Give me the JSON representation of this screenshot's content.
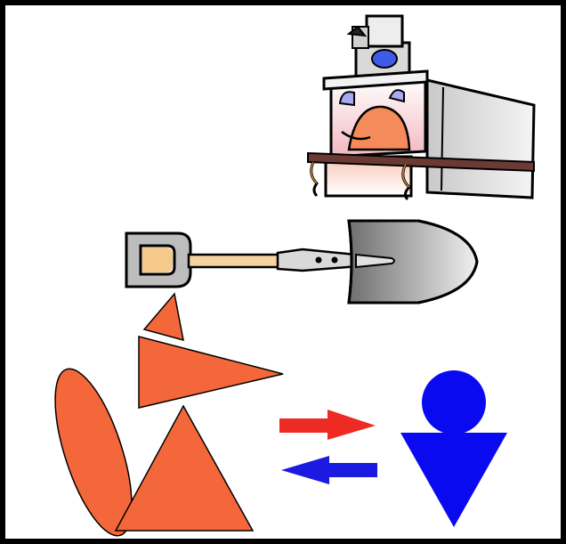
{
  "colors": {
    "frame": "#000000",
    "background": "#ffffff",
    "orange_shapes": "#F4673A",
    "red_arrow": "#EE2A24",
    "blue_arrow": "#1A1AE0",
    "person_blue": "#0A0AF0",
    "shovel_blade_dark": "#7A7A7A",
    "shovel_blade_light": "#E6E6E6",
    "shovel_shaft": "#F5D3A0",
    "shovel_grip": "#B9B9B9",
    "chimney_gray": "#BDBDBD",
    "building_pink": "#F6D6DA",
    "building_trim": "#6B3A34",
    "orange_face": "#F58A5A",
    "cap_blue": "#3E5AE6"
  },
  "elements": {
    "building": "cartoon-factory-with-chimney",
    "tool": "shovel",
    "figure": "abstract-orange-figure",
    "arrows": [
      "arrow-right-red",
      "arrow-left-blue"
    ],
    "person": "abstract-blue-person"
  }
}
